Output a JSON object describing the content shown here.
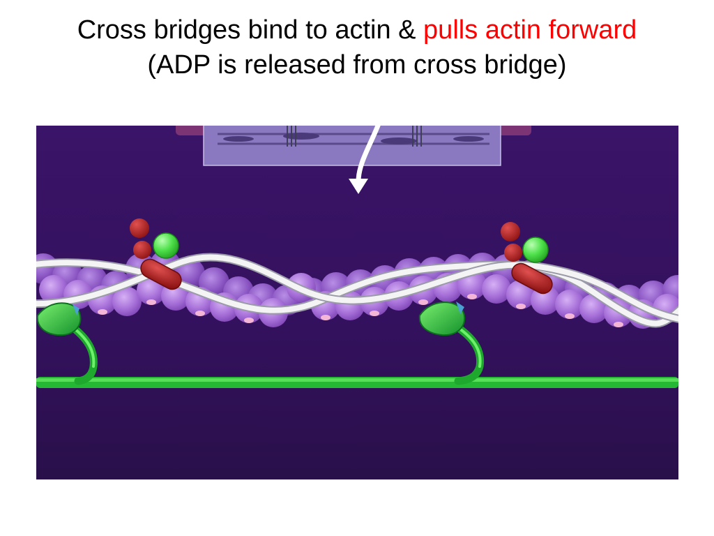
{
  "slide": {
    "title_line1_prefix": "Cross bridges bind to actin & ",
    "title_line1_highlight": "pulls actin forward",
    "title_line2": "(ADP is released from cross bridge)"
  },
  "illustration": {
    "subject": "myosin cross bridges binding to actin filament",
    "icons": [
      "curved-arrow-icon",
      "adp-molecule-icon",
      "phosphate-icon"
    ]
  },
  "colors": {
    "title_text": "#000000",
    "title_highlight": "#ff0000",
    "background_top": "#3d1470",
    "background_bottom": "#2a0d4a",
    "actin_globule": "#a66fd8",
    "tropomyosin": "#f2f2f2",
    "myosin": "#2ecc40",
    "adp_body": "#b01c1c",
    "phosphate": "#4ee04a"
  }
}
